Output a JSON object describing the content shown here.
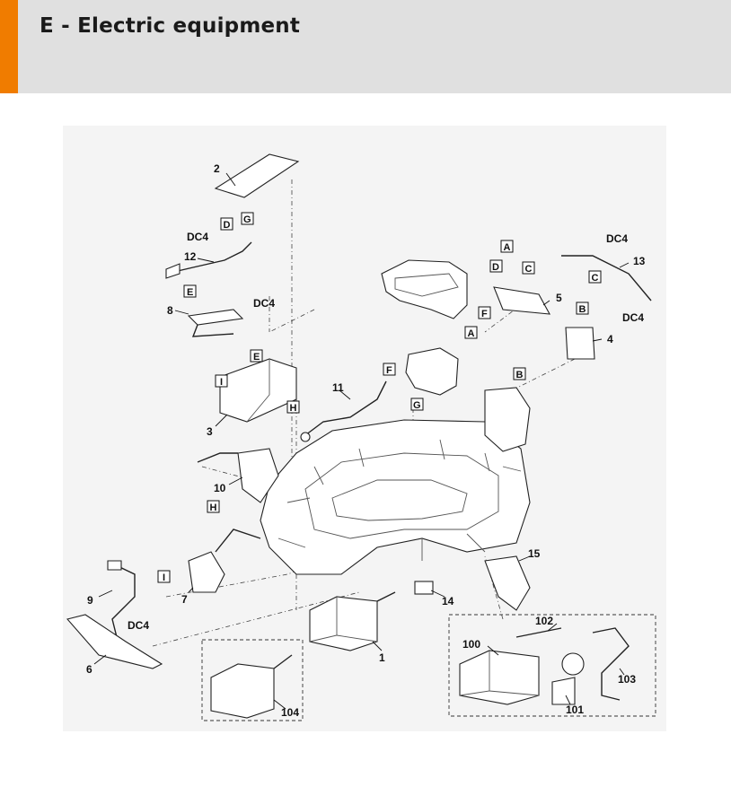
{
  "header": {
    "title": "E - Electric equipment"
  },
  "part_numbers": {
    "p1": "1",
    "p2": "2",
    "p3": "3",
    "p4": "4",
    "p5": "5",
    "p6": "6",
    "p7": "7",
    "p8": "8",
    "p9": "9",
    "p10": "10",
    "p11": "11",
    "p12": "12",
    "p13": "13",
    "p14": "14",
    "p15": "15",
    "p100": "100",
    "p101": "101",
    "p102": "102",
    "p103": "103",
    "p104": "104"
  },
  "connector_labels": {
    "dc4": "DC4"
  },
  "connector_letters": {
    "a": "A",
    "b": "B",
    "c": "C",
    "d": "D",
    "e": "E",
    "f": "F",
    "g": "G",
    "h": "H",
    "i": "I"
  },
  "colors": {
    "accent": "#f07c00",
    "header_bg": "#e0e0e0"
  }
}
